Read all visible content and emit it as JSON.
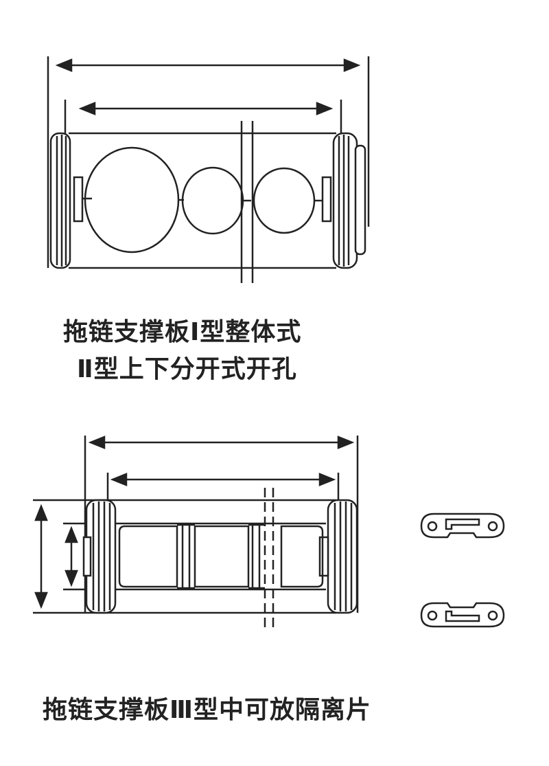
{
  "captions": {
    "type1_line1": "拖链支撑板Ⅰ型整体式",
    "type1_line2": "Ⅱ型上下分开式开孔",
    "type3": "拖链支撑板Ⅲ型中可放隔离片"
  },
  "colors": {
    "stroke": "#222222",
    "fill": "#ffffff",
    "text": "#222222"
  }
}
